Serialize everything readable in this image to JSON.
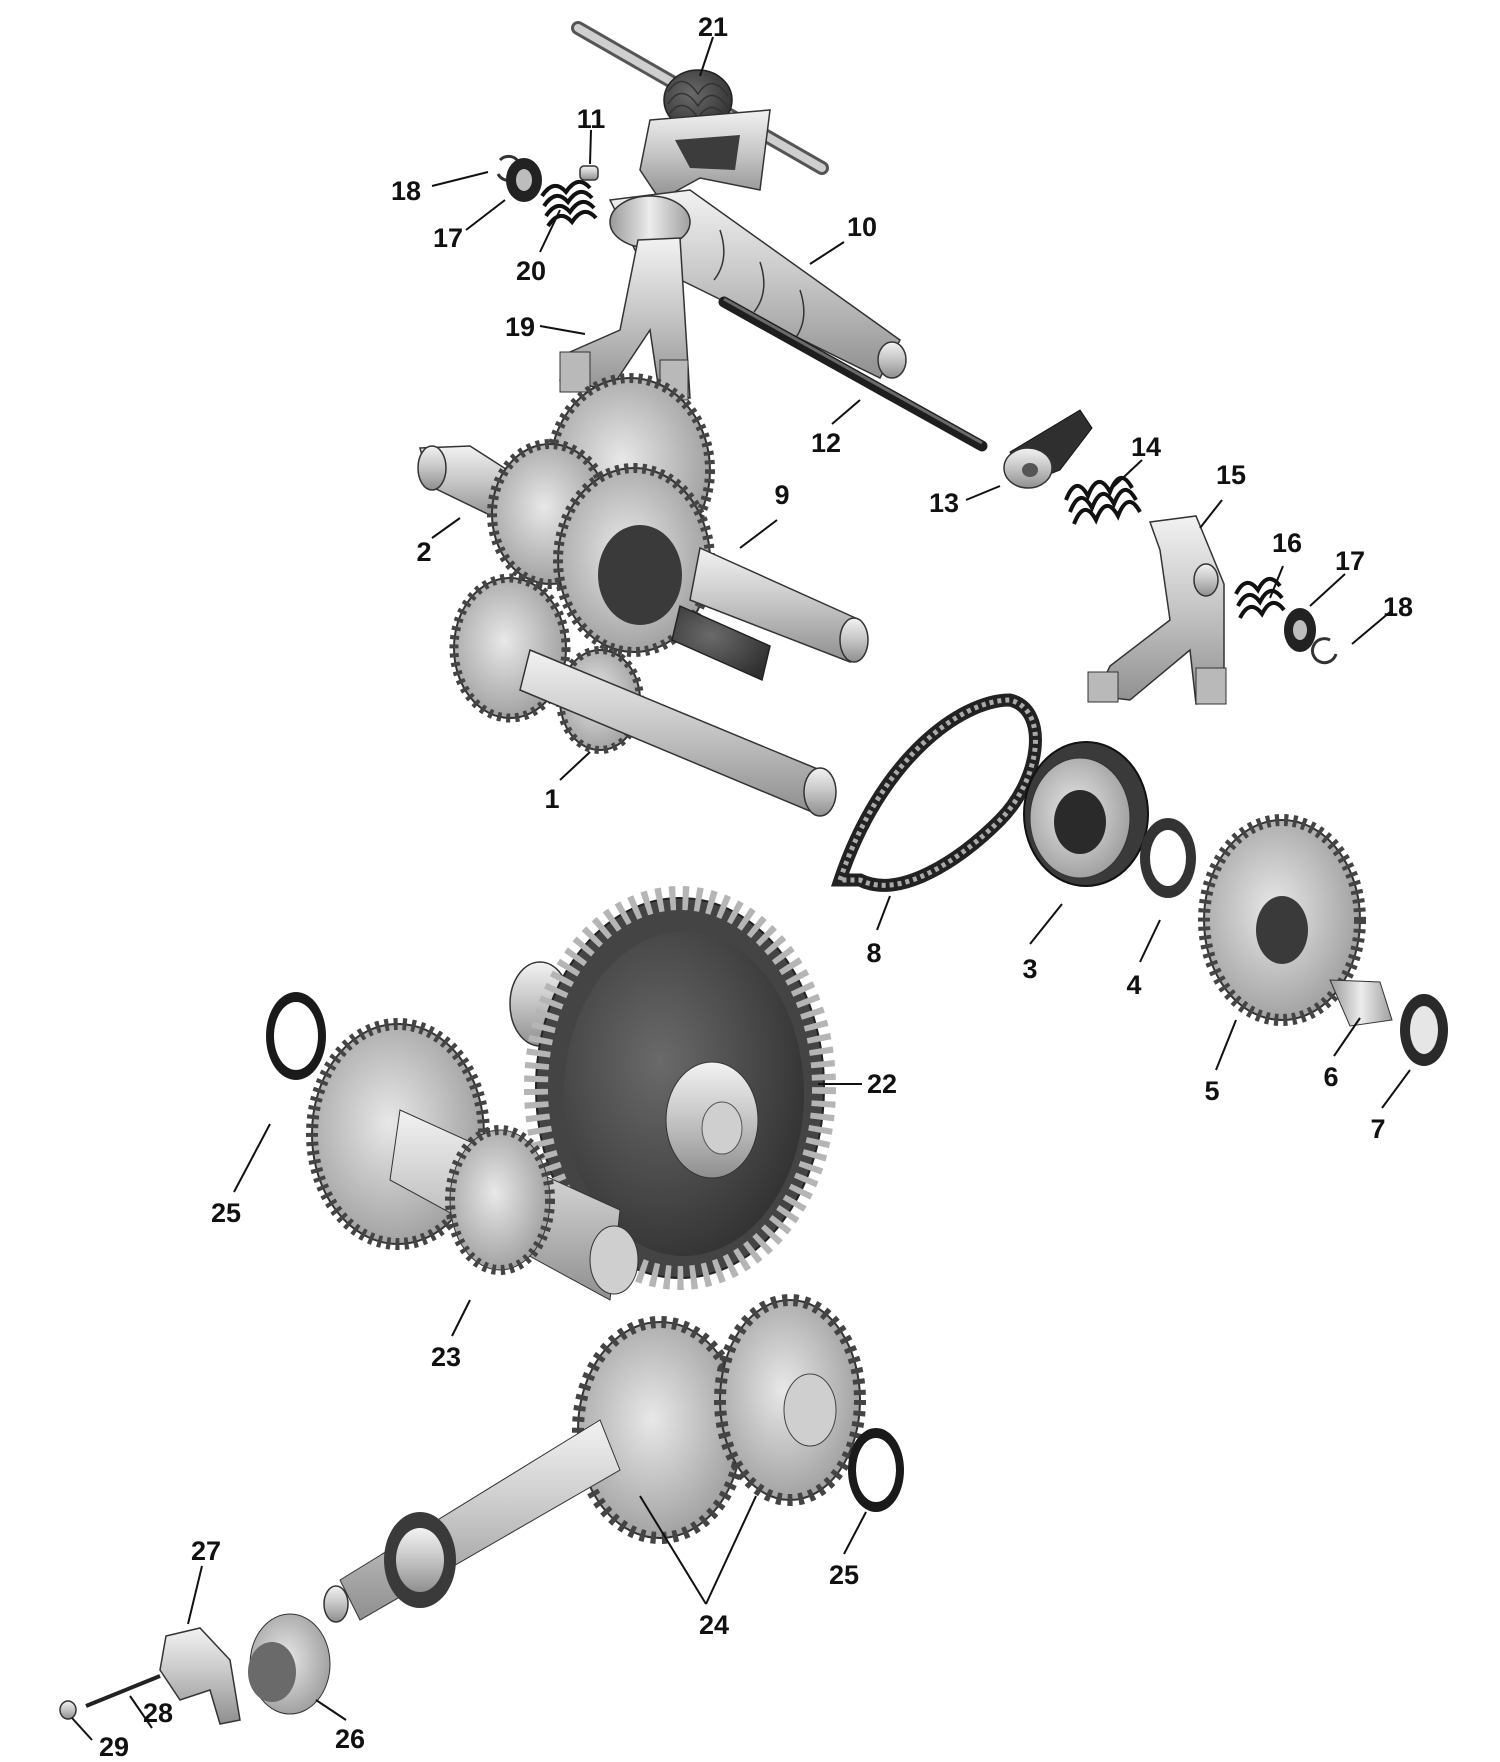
{
  "colors": {
    "ink": "#111111",
    "part_light": "#d9d9d9",
    "part_mid": "#a8a8a8",
    "part_dark": "#4a4a4a",
    "background": "#ffffff"
  },
  "callouts": [
    {
      "id": "c21",
      "text": "21"
    },
    {
      "id": "c11",
      "text": "11"
    },
    {
      "id": "c18a",
      "text": "18"
    },
    {
      "id": "c17a",
      "text": "17"
    },
    {
      "id": "c10",
      "text": "10"
    },
    {
      "id": "c20",
      "text": "20"
    },
    {
      "id": "c19",
      "text": "19"
    },
    {
      "id": "c12",
      "text": "12"
    },
    {
      "id": "c14",
      "text": "14"
    },
    {
      "id": "c13",
      "text": "13"
    },
    {
      "id": "c15",
      "text": "15"
    },
    {
      "id": "c9",
      "text": "9"
    },
    {
      "id": "c2",
      "text": "2"
    },
    {
      "id": "c16",
      "text": "16"
    },
    {
      "id": "c17b",
      "text": "17"
    },
    {
      "id": "c18b",
      "text": "18"
    },
    {
      "id": "c1",
      "text": "1"
    },
    {
      "id": "c8",
      "text": "8"
    },
    {
      "id": "c3",
      "text": "3"
    },
    {
      "id": "c4",
      "text": "4"
    },
    {
      "id": "c22",
      "text": "22"
    },
    {
      "id": "c5",
      "text": "5"
    },
    {
      "id": "c6",
      "text": "6"
    },
    {
      "id": "c7",
      "text": "7"
    },
    {
      "id": "c25a",
      "text": "25"
    },
    {
      "id": "c23",
      "text": "23"
    },
    {
      "id": "c25b",
      "text": "25"
    },
    {
      "id": "c24",
      "text": "24"
    },
    {
      "id": "c27",
      "text": "27"
    },
    {
      "id": "c26",
      "text": "26"
    },
    {
      "id": "c28",
      "text": "28"
    },
    {
      "id": "c29",
      "text": "29"
    }
  ]
}
